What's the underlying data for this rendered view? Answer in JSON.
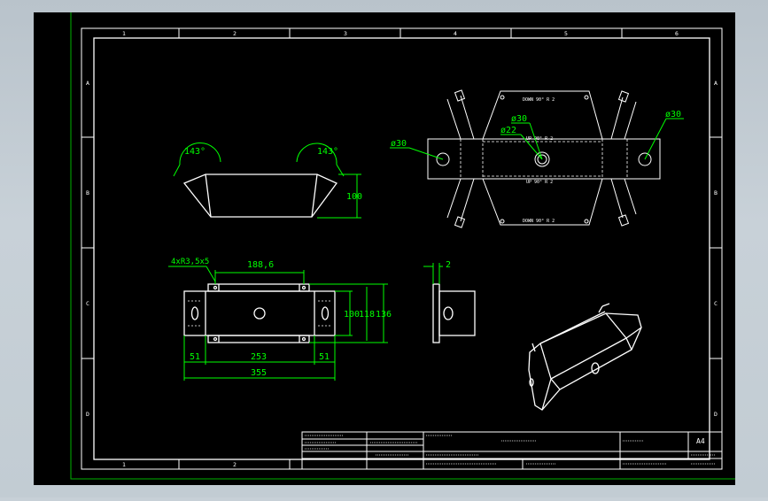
{
  "colors": {
    "sheet_bg": "#000000",
    "line": "#ffffff",
    "dimension": "#00ff00",
    "sheet_edge": "#00b400",
    "window_bg": "#c7d0d7"
  },
  "border": {
    "columns_top": [
      "1",
      "2",
      "3",
      "4",
      "5",
      "6"
    ],
    "columns_bottom": [
      "1",
      "2"
    ],
    "rows": [
      "A",
      "B",
      "C",
      "D"
    ]
  },
  "views": {
    "front_view": {
      "angle_left": "143°",
      "angle_right": "143°",
      "height": "100"
    },
    "top_view": {
      "slot_note": "4xR3,5x5",
      "slot_spacing": "188,6",
      "end_left": "51",
      "middle": "253",
      "end_right": "51",
      "overall_length": "355",
      "height_inner": "100",
      "height_mid": "118",
      "height_outer": "136"
    },
    "side_view": {
      "thickness": "2"
    },
    "flat_pattern": {
      "hole_left": "ø30",
      "hole_center_outer": "ø30",
      "hole_center_inner": "ø22",
      "hole_right": "ø30",
      "bend_top": "DOWN 90° R 2",
      "bend_bottom": "DOWN 90° R 2",
      "bend_inner_top": "UP 90° R 2",
      "bend_inner_bottom": "UP 90° R 2"
    },
    "isometric": {}
  },
  "title_block": {
    "sheet_size": "A4"
  }
}
